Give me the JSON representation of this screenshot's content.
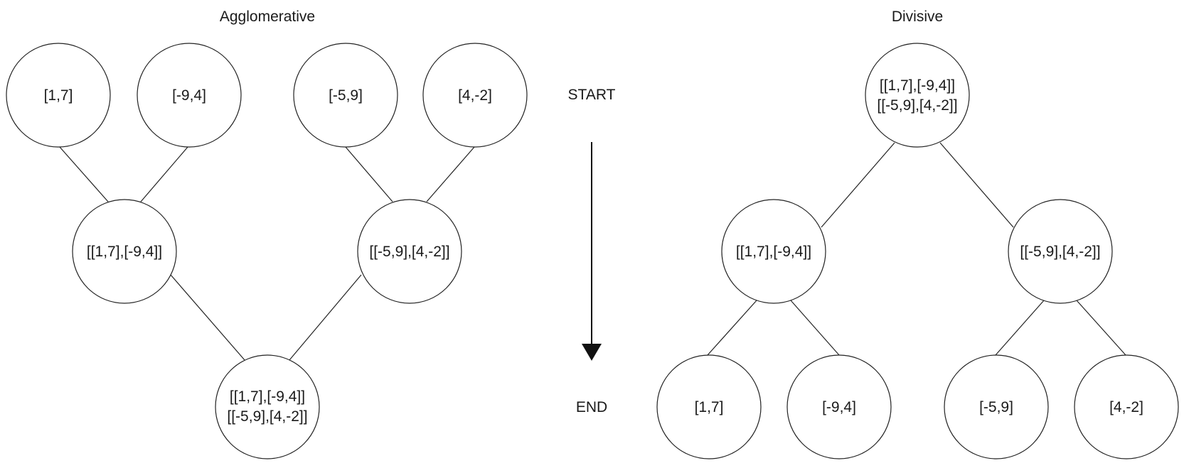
{
  "diagram": {
    "agglomerative": {
      "title": "Agglomerative",
      "nodes": {
        "leaf1": [
          "[1,7]"
        ],
        "leaf2": [
          "[-9,4]"
        ],
        "leaf3": [
          "[-5,9]"
        ],
        "leaf4": [
          "[4,-2]"
        ],
        "merge_left": [
          "[[1,7],[-9,4]]"
        ],
        "merge_right": [
          "[[-5,9],[4,-2]]"
        ],
        "root": [
          "[[1,7],[-9,4]]",
          "[[-5,9],[4,-2]]"
        ]
      }
    },
    "divisive": {
      "title": "Divisive",
      "nodes": {
        "root": [
          "[[1,7],[-9,4]]",
          "[[-5,9],[4,-2]]"
        ],
        "split_left": [
          "[[1,7],[-9,4]]"
        ],
        "split_right": [
          "[[-5,9],[4,-2]]"
        ],
        "leaf1": [
          "[1,7]"
        ],
        "leaf2": [
          "[-9,4]"
        ],
        "leaf3": [
          "[-5,9]"
        ],
        "leaf4": [
          "[4,-2]"
        ]
      }
    },
    "flow": {
      "start_label": "START",
      "end_label": "END"
    }
  }
}
